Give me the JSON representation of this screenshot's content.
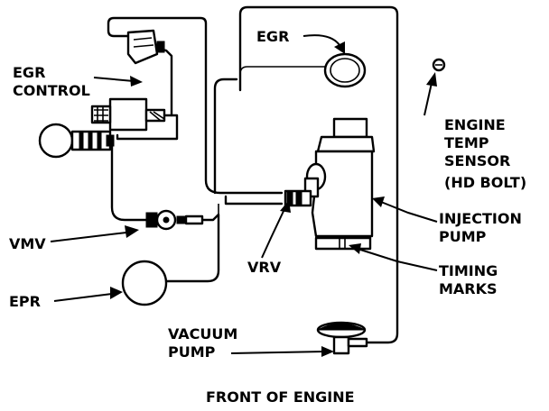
{
  "labels": {
    "egr_control_line1": "EGR",
    "egr_control_line2": "CONTROL",
    "egr": "EGR",
    "engine_temp_line1": "ENGINE",
    "engine_temp_line2": "TEMP",
    "engine_temp_line3": "SENSOR",
    "engine_temp_line4": "(HD BOLT)",
    "injection_pump_line1": "INJECTION",
    "injection_pump_line2": "PUMP",
    "vmv": "VMV",
    "vrv": "VRV",
    "timing_marks_line1": "TIMING",
    "timing_marks_line2": "MARKS",
    "epr": "EPR",
    "vacuum_pump_line1": "VACUUM",
    "vacuum_pump_line2": "PUMP",
    "caption": "FRONT OF ENGINE"
  }
}
